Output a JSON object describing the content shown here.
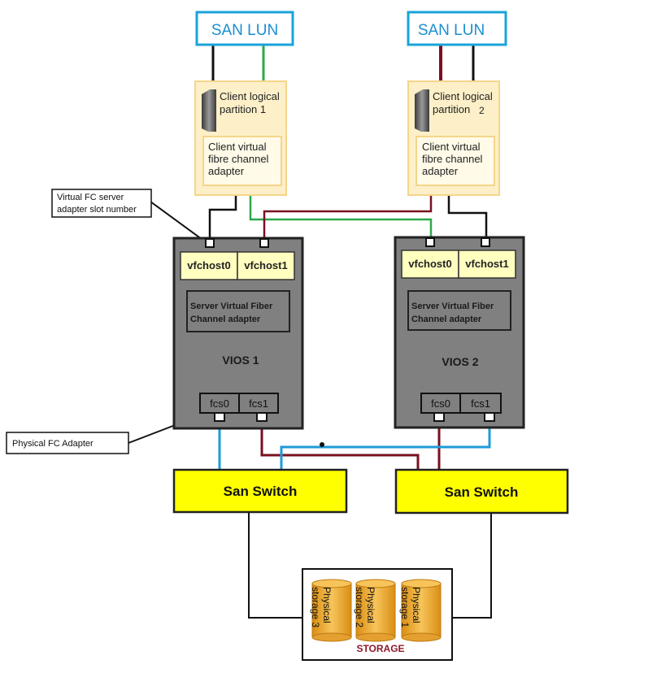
{
  "san_lun_1": {
    "label": "SAN LUN"
  },
  "san_lun_2": {
    "label": "SAN LUN"
  },
  "client_1": {
    "title_line1": "Client logical",
    "title_line2": "partition 1",
    "adapter_lines": [
      "Client virtual",
      "fibre channel",
      "adapter"
    ]
  },
  "client_2": {
    "title_line1": "Client logical",
    "title_line2": "partition",
    "title_suffix": "2",
    "adapter_lines": [
      "Client virtual",
      "fibre channel",
      "adapter"
    ]
  },
  "vios_1": {
    "name": "VIOS 1",
    "vfchost": [
      "vfchost0",
      "vfchost1"
    ],
    "server_adapter_lines": [
      "Server Virtual Fiber",
      "Channel adapter"
    ],
    "fcs": [
      "fcs0",
      "fcs1"
    ]
  },
  "vios_2": {
    "name": "VIOS 2",
    "vfchost": [
      "vfchost0",
      "vfchost1"
    ],
    "server_adapter_lines": [
      "Server Virtual Fiber",
      "Channel adapter"
    ],
    "fcs": [
      "fcs0",
      "fcs1"
    ]
  },
  "callouts": {
    "slot_number_lines": [
      "Virtual FC server",
      "adapter slot number"
    ],
    "physical_fc": "Physical FC Adapter"
  },
  "switch_1": {
    "label": "San Switch"
  },
  "switch_2": {
    "label": "San Switch"
  },
  "storage": {
    "label": "STORAGE",
    "disks": [
      {
        "line1": "Physical",
        "line2": "storage 3"
      },
      {
        "line1": "Physical",
        "line2": "storage 2"
      },
      {
        "line1": "Physical",
        "line2": "storage 1"
      }
    ]
  },
  "colors": {
    "lun_border": "#1aa3d9",
    "lun_text": "#1a8fd0",
    "client_fill": "#fdf0c8",
    "client_border": "#f5d58a",
    "vios_fill": "#808080",
    "vfchost_fill": "#ffffc0",
    "switch_fill": "#ffff00",
    "disk_fill": "#f0b030",
    "storage_text": "#8b1a2a",
    "wire_yellow": "#ffee00",
    "wire_green": "#2ea84a",
    "wire_maroon": "#7a1020",
    "wire_blue": "#1f9bd9",
    "wire_black": "#111111"
  }
}
